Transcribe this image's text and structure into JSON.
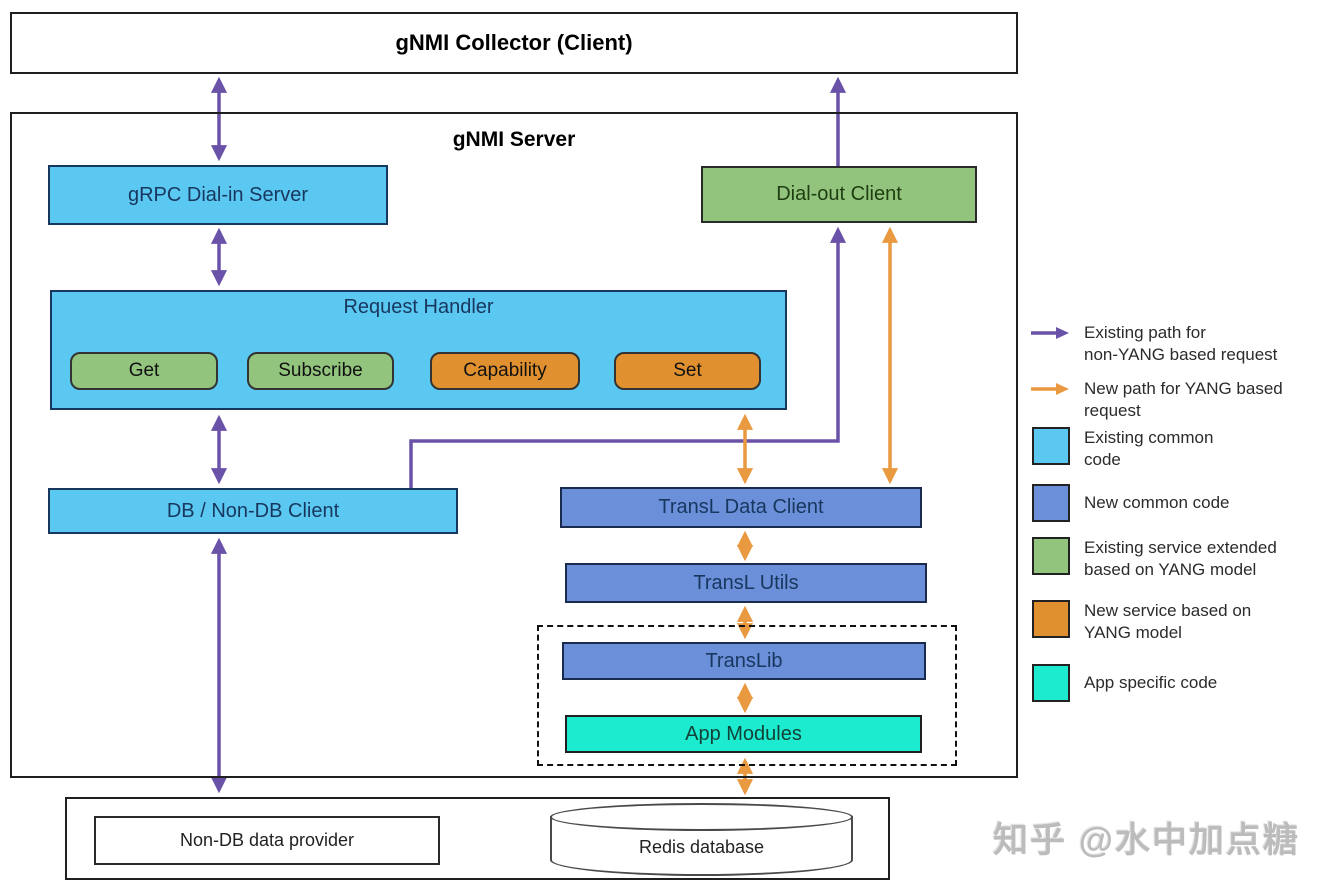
{
  "colors": {
    "light_blue": "#5BC8F2",
    "blue": "#6C8FD9",
    "green": "#93C47D",
    "orange": "#E0902F",
    "cyan": "#1DEBD0",
    "purple_arrow": "#6A52A8",
    "orange_arrow": "#E9993F"
  },
  "diagram": {
    "collector_title": "gNMI Collector (Client)",
    "server_title": "gNMI Server",
    "nodes": {
      "grpc_dial_in": "gRPC Dial-in Server",
      "dial_out": "Dial-out Client",
      "request_handler": "Request Handler",
      "rpc_buttons": [
        "Get",
        "Subscribe",
        "Capability",
        "Set"
      ],
      "db_client": "DB / Non-DB Client",
      "transl_data_client": "TransL Data Client",
      "transl_utils": "TransL Utils",
      "translib": "TransLib",
      "app_modules": "App Modules",
      "non_db_provider": "Non-DB data provider",
      "redis": "Redis database"
    }
  },
  "legend": {
    "items": [
      {
        "swatch": "purple-arrow",
        "label": "Existing path for\nnon-YANG based request"
      },
      {
        "swatch": "orange-arrow",
        "label": "New path for YANG based\nrequest"
      },
      {
        "swatch": "light-blue-box",
        "label": "Existing common\ncode"
      },
      {
        "swatch": "blue-box",
        "label": "New common code"
      },
      {
        "swatch": "green-box",
        "label": "Existing service extended\nbased on YANG model"
      },
      {
        "swatch": "orange-box",
        "label": "New service based on\nYANG model"
      },
      {
        "swatch": "cyan-box",
        "label": "App specific code"
      }
    ]
  },
  "watermark": {
    "text": "知乎 @水中加点糖"
  }
}
